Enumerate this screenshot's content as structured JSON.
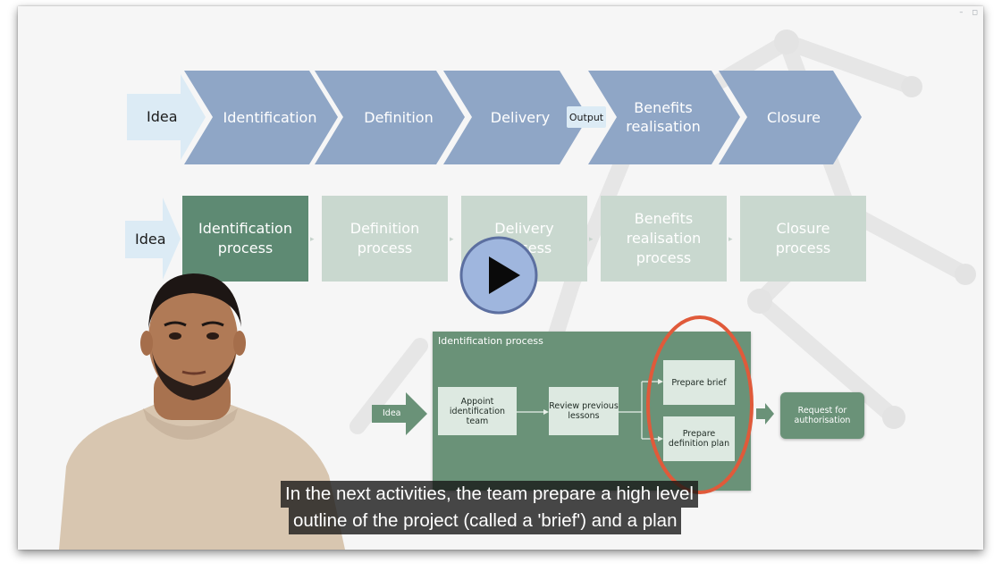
{
  "window_controls": {
    "minimize_glyph": "–",
    "restore_glyph": "◻"
  },
  "lifecycle": {
    "idea_label": "Idea",
    "stages": [
      {
        "label": "Identification"
      },
      {
        "label": "Definition"
      },
      {
        "label": "Delivery"
      },
      {
        "label": "Benefits\nrealisation"
      },
      {
        "label": "Closure"
      }
    ],
    "output_label": "Output"
  },
  "processes": {
    "idea_label": "Idea",
    "items": [
      {
        "label": "Identification\nprocess",
        "state": "active"
      },
      {
        "label": "Definition\nprocess",
        "state": "inactive"
      },
      {
        "label": "Delivery\nprocess",
        "state": "inactive"
      },
      {
        "label": "Benefits\nrealisation\nprocess",
        "state": "inactive"
      },
      {
        "label": "Closure\nprocess",
        "state": "inactive"
      }
    ]
  },
  "detail": {
    "title": "Identification process",
    "idea_label": "Idea",
    "steps": [
      {
        "label": "Appoint\nidentification\nteam"
      },
      {
        "label": "Review previous\nlessons"
      },
      {
        "label": "Prepare brief"
      },
      {
        "label": "Prepare\ndefinition plan"
      }
    ],
    "request_label": "Request for\nauthorisation",
    "highlight_color": "#e05a3a"
  },
  "subtitles": {
    "line1": "In the next activities, the team prepare a high level",
    "line2": "outline of the project (called a 'brief') and a plan"
  },
  "player": {
    "play_icon": "play-icon"
  },
  "colors": {
    "chevron_blue": "#8fa6c6",
    "idea_blue": "#dcebf5",
    "process_active": "#5e8a73",
    "process_inactive": "#c9d8cf",
    "detail_panel": "#6a9278",
    "play_button_fill": "#9fb6de"
  }
}
